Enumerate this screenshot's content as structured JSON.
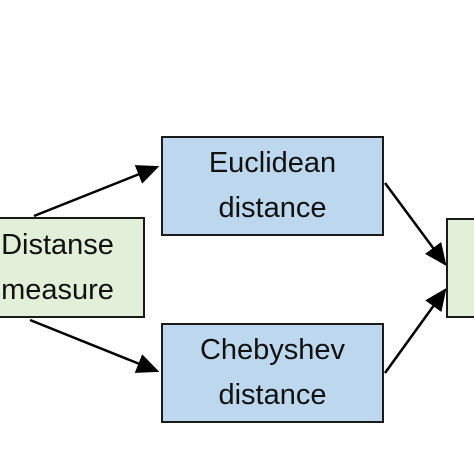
{
  "nodes": {
    "source": {
      "line1": "Distanse",
      "line2": "measure"
    },
    "euclidean": {
      "line1": "Euclidean",
      "line2": "distance"
    },
    "chebyshev": {
      "line1": "Chebyshev",
      "line2": "distance"
    },
    "target": {
      "line1": "",
      "line2": ""
    }
  },
  "edges": [
    {
      "from": "source",
      "to": "euclidean"
    },
    {
      "from": "source",
      "to": "chebyshev"
    },
    {
      "from": "euclidean",
      "to": "target"
    },
    {
      "from": "chebyshev",
      "to": "target"
    }
  ],
  "colors": {
    "measure_fill": "#e2efd9",
    "distance_fill": "#bdd7ee",
    "border": "#1a1a1a",
    "arrow": "#000000"
  }
}
